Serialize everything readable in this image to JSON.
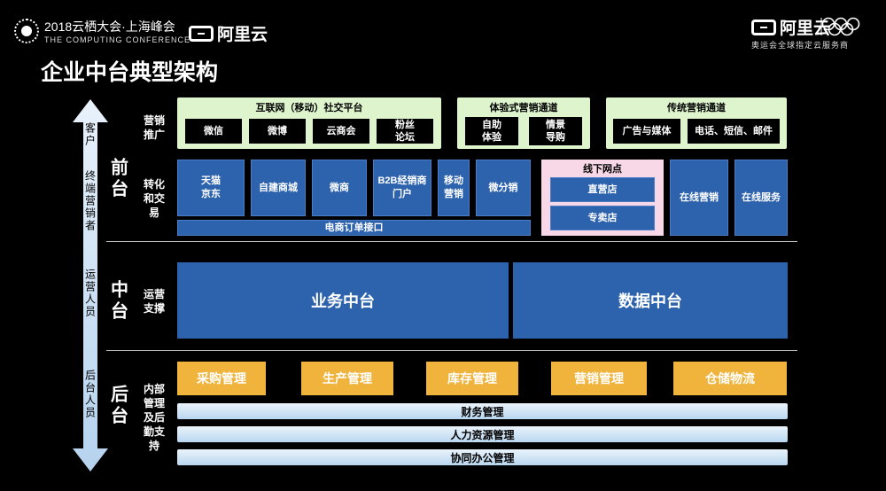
{
  "header": {
    "event_line1": "2018云栖大会·上海峰会",
    "event_line2": "THE COMPUTING CONFERENCE",
    "brand": "阿里云",
    "partner": "奥运会全球指定云服务商"
  },
  "title": "企业中台典型架构",
  "left": {
    "top_roles": "客户",
    "top_roles2": "终端营销者",
    "mid_roles": "运营人员",
    "bottom_roles": "后台人员"
  },
  "tiers": {
    "front": "前台",
    "middle": "中台",
    "back": "后台"
  },
  "row_labels": {
    "marketing": "营销\n推广",
    "trade": "转化\n和交\n易",
    "ops": "运营\n支撑",
    "internal": "内部\n管理\n及后\n勤支\n持"
  },
  "marketing": {
    "social": {
      "title": "互联网（移动）社交平台",
      "items": [
        "微信",
        "微博",
        "云商会",
        "粉丝\n论坛"
      ]
    },
    "experience": {
      "title": "体验式营销通道",
      "items": [
        "自助\n体验",
        "情景\n导购"
      ]
    },
    "traditional": {
      "title": "传统营销通道",
      "items": [
        "广告与媒体",
        "电话、短信、邮件"
      ]
    }
  },
  "trade": {
    "items": [
      "天猫\n京东",
      "自建商城",
      "微商",
      "B2B经销商\n门户",
      "移动\n营销",
      "微分销"
    ],
    "order_api": "电商订单接口",
    "offline": {
      "title": "线下网点",
      "items": [
        "直营店",
        "专卖店"
      ]
    },
    "online_marketing": "在线营销",
    "online_service": "在线服务"
  },
  "middle": {
    "business": "业务中台",
    "data": "数据中台"
  },
  "back": {
    "modules": [
      "采购管理",
      "生产管理",
      "库存管理",
      "营销管理",
      "仓储物流"
    ],
    "bars": [
      "财务管理",
      "人力资源管理",
      "协同办公管理"
    ]
  }
}
